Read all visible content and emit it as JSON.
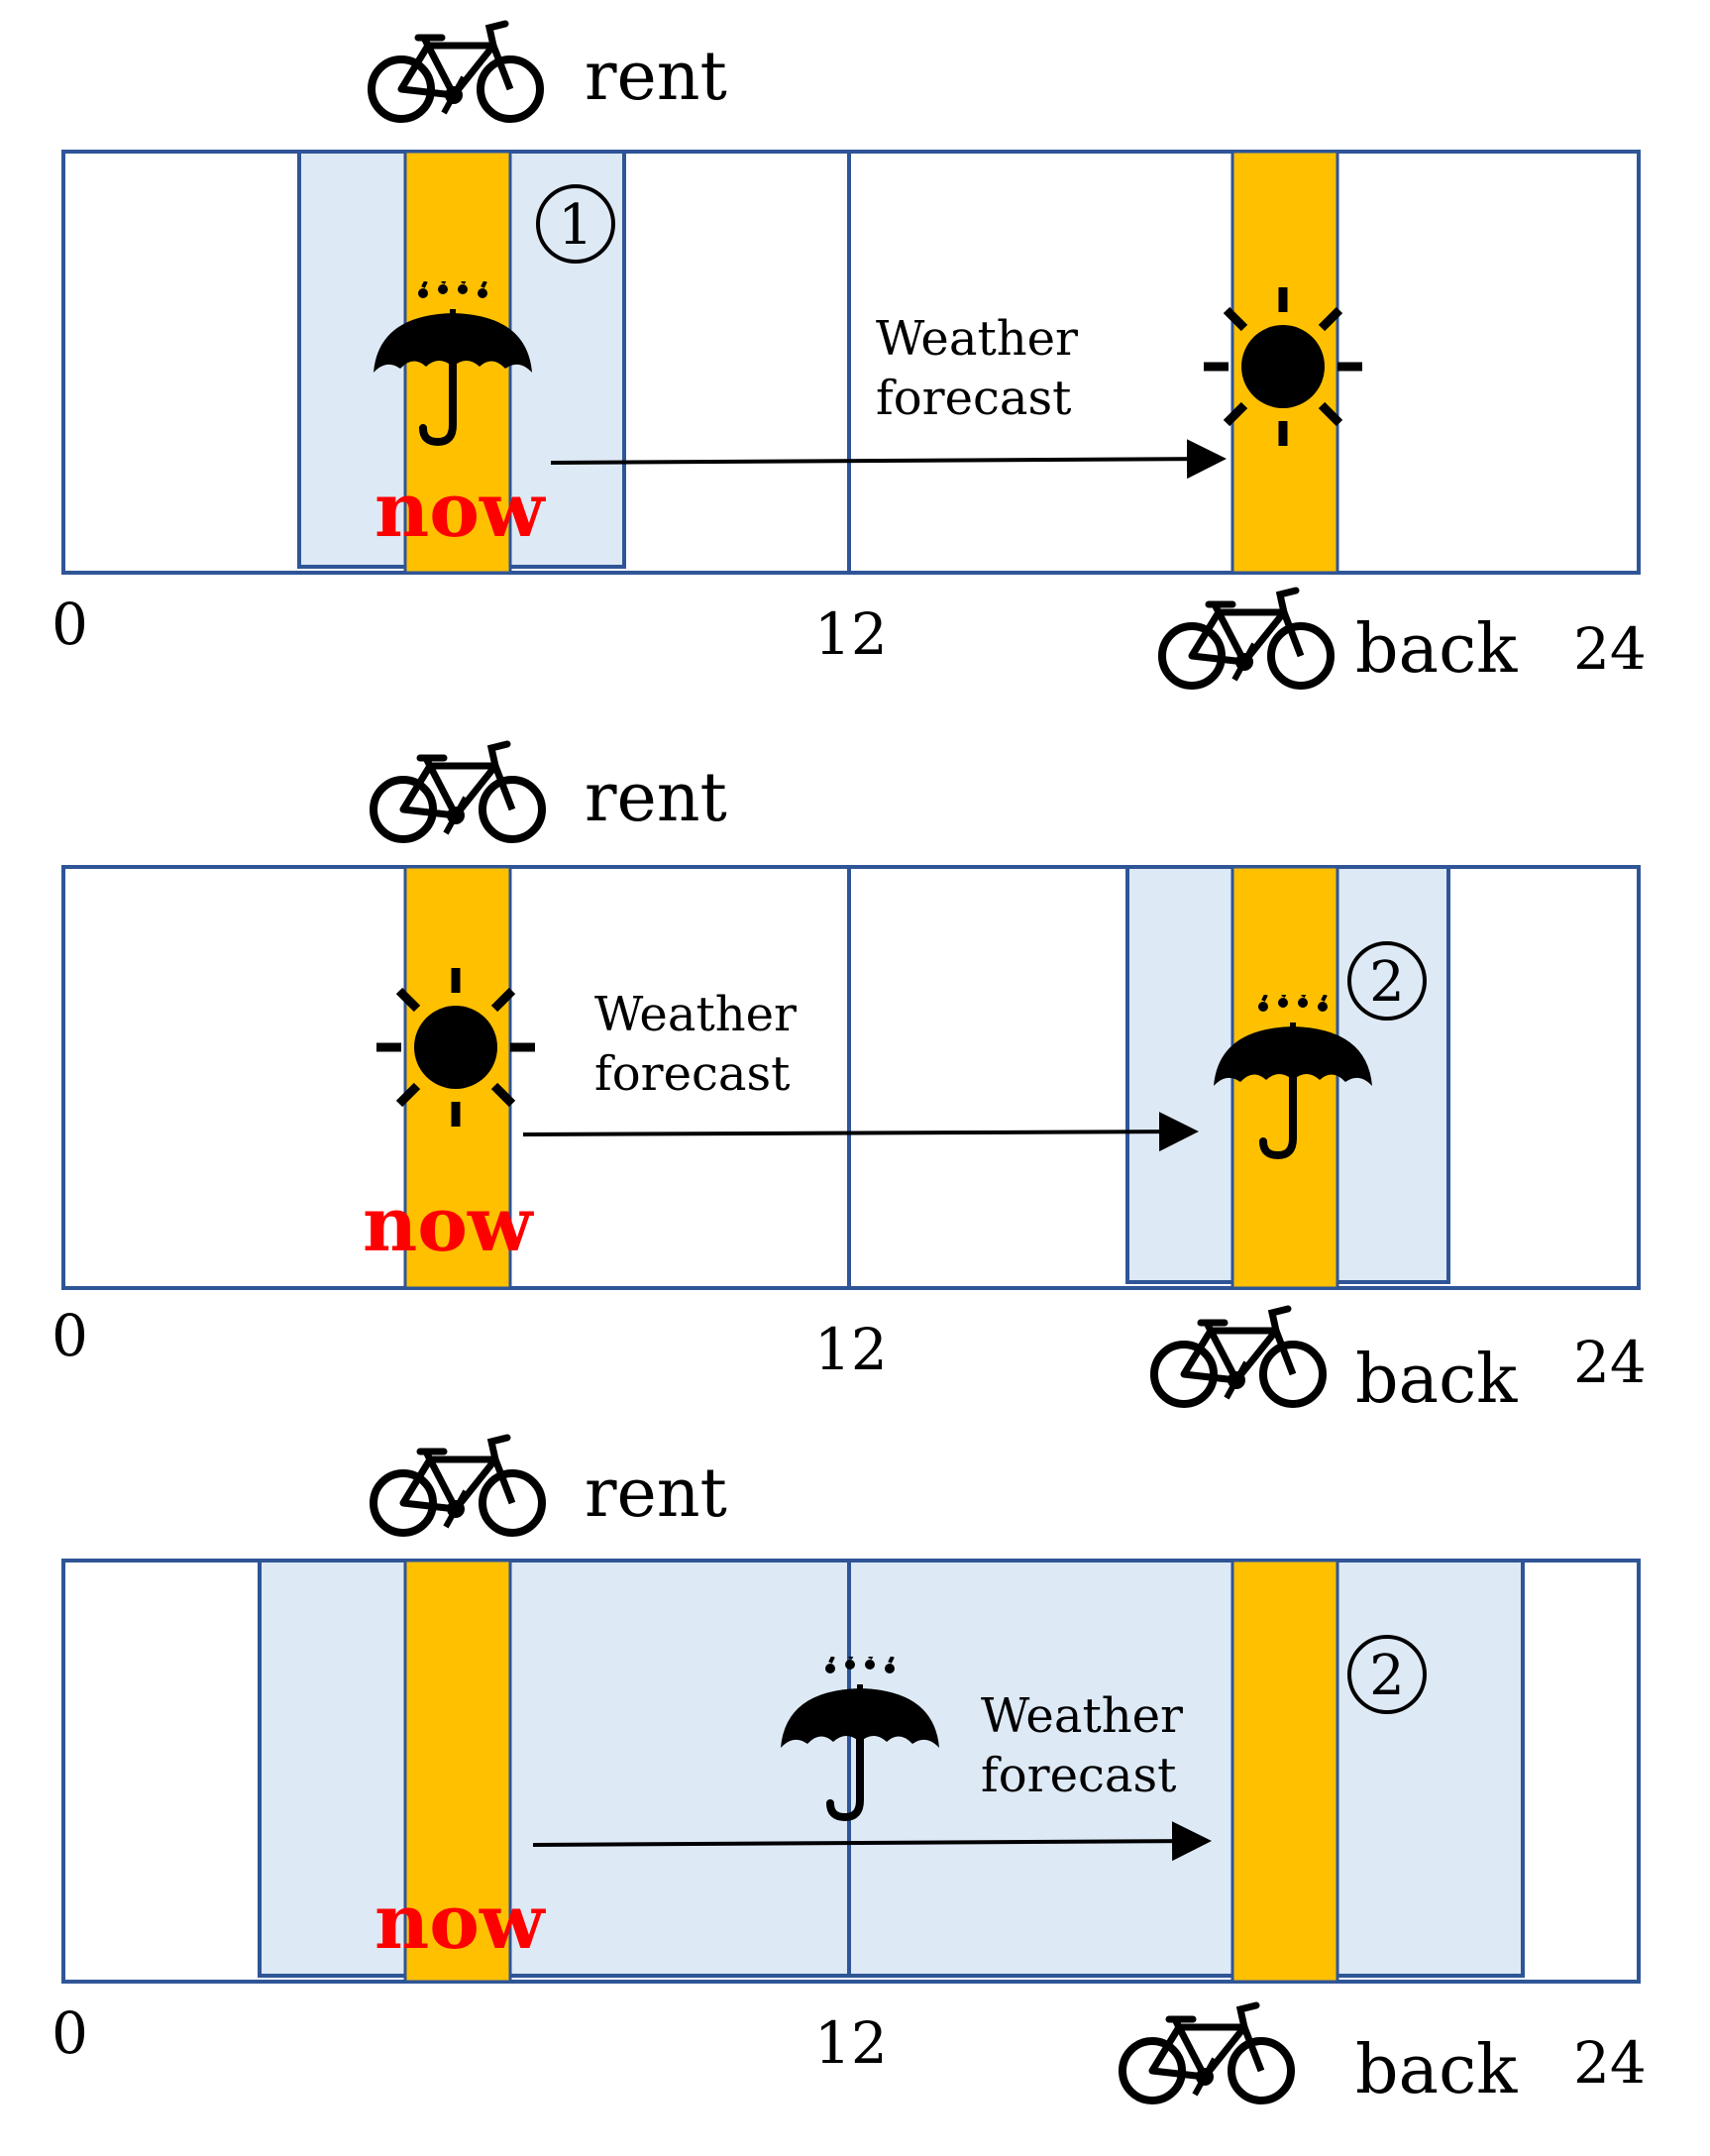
{
  "colors": {
    "frame": "#2f5597",
    "highlight": "#ffc000",
    "window": "#dde9f5",
    "now": "#ff0000",
    "ink": "#000000"
  },
  "panels": [
    {
      "rent_label": "rent",
      "back_label": "back",
      "now_label": "now",
      "forecast_line1": "Weather",
      "forecast_line2": "forecast",
      "badge": "1",
      "ticks": [
        "0",
        "12",
        "24"
      ],
      "now_icon": "umbrella-icon",
      "forecast_icon": "sun-icon"
    },
    {
      "rent_label": "rent",
      "back_label": "back",
      "now_label": "now",
      "forecast_line1": "Weather",
      "forecast_line2": "forecast",
      "badge": "2",
      "ticks": [
        "0",
        "12",
        "24"
      ],
      "now_icon": "sun-icon",
      "forecast_icon": "umbrella-icon"
    },
    {
      "rent_label": "rent",
      "back_label": "back",
      "now_label": "now",
      "forecast_line1": "Weather",
      "forecast_line2": "forecast",
      "badge": "2",
      "ticks": [
        "0",
        "12",
        "24"
      ],
      "now_icon": "",
      "forecast_icon": "umbrella-icon"
    }
  ]
}
